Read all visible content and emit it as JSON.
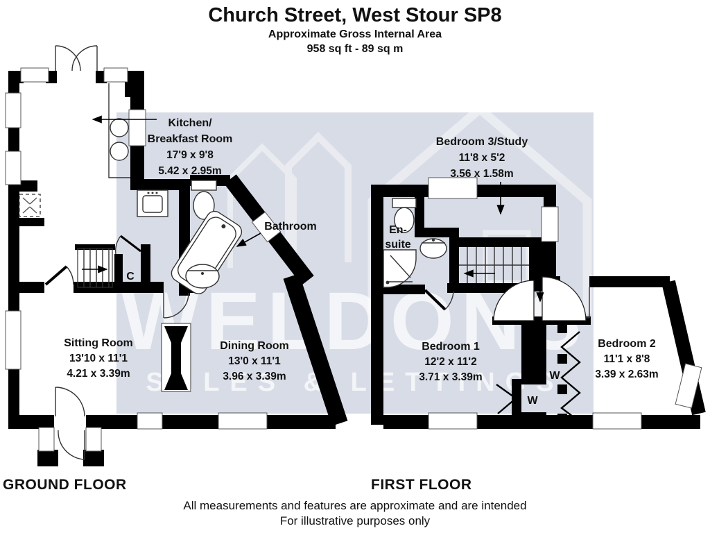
{
  "header": {
    "title": "Church Street, West Stour SP8",
    "subtitle": "Approximate Gross Internal Area",
    "area": "958 sq ft - 89 sq m"
  },
  "watermark": {
    "brand": "WELDONS",
    "tagline": "SALES & LETTINGS",
    "panel_color": "#d8dce6"
  },
  "ground_floor": {
    "label": "GROUND FLOOR",
    "kitchen_line1": "Kitchen/",
    "kitchen_line2": "Breakfast Room",
    "kitchen_imperial": "17'9 x 9'8",
    "kitchen_metric": "5.42 x 2.95m",
    "bathroom": "Bathroom",
    "cupboard": "C",
    "sitting_name": "Sitting Room",
    "sitting_imperial": "13'10 x 11'1",
    "sitting_metric": "4.21 x 3.39m",
    "dining_name": "Dining Room",
    "dining_imperial": "13'0 x 11'1",
    "dining_metric": "3.96 x 3.39m"
  },
  "first_floor": {
    "label": "FIRST FLOOR",
    "bed3_name": "Bedroom 3/Study",
    "bed3_imperial": "11'8 x 5'2",
    "bed3_metric": "3.56 x 1.58m",
    "ensuite_line1": "En-",
    "ensuite_line2": "suite",
    "bed1_name": "Bedroom 1",
    "bed1_imperial": "12'2 x 11'2",
    "bed1_metric": "3.71 x 3.39m",
    "bed2_name": "Bedroom 2",
    "bed2_imperial": "11'1 x 8'8",
    "bed2_metric": "3.39 x 2.63m",
    "wardrobe_a": "W",
    "wardrobe_b": "W"
  },
  "footer": {
    "line1": "All measurements and features are approximate and are intended",
    "line2": "For illustrative purposes only"
  }
}
